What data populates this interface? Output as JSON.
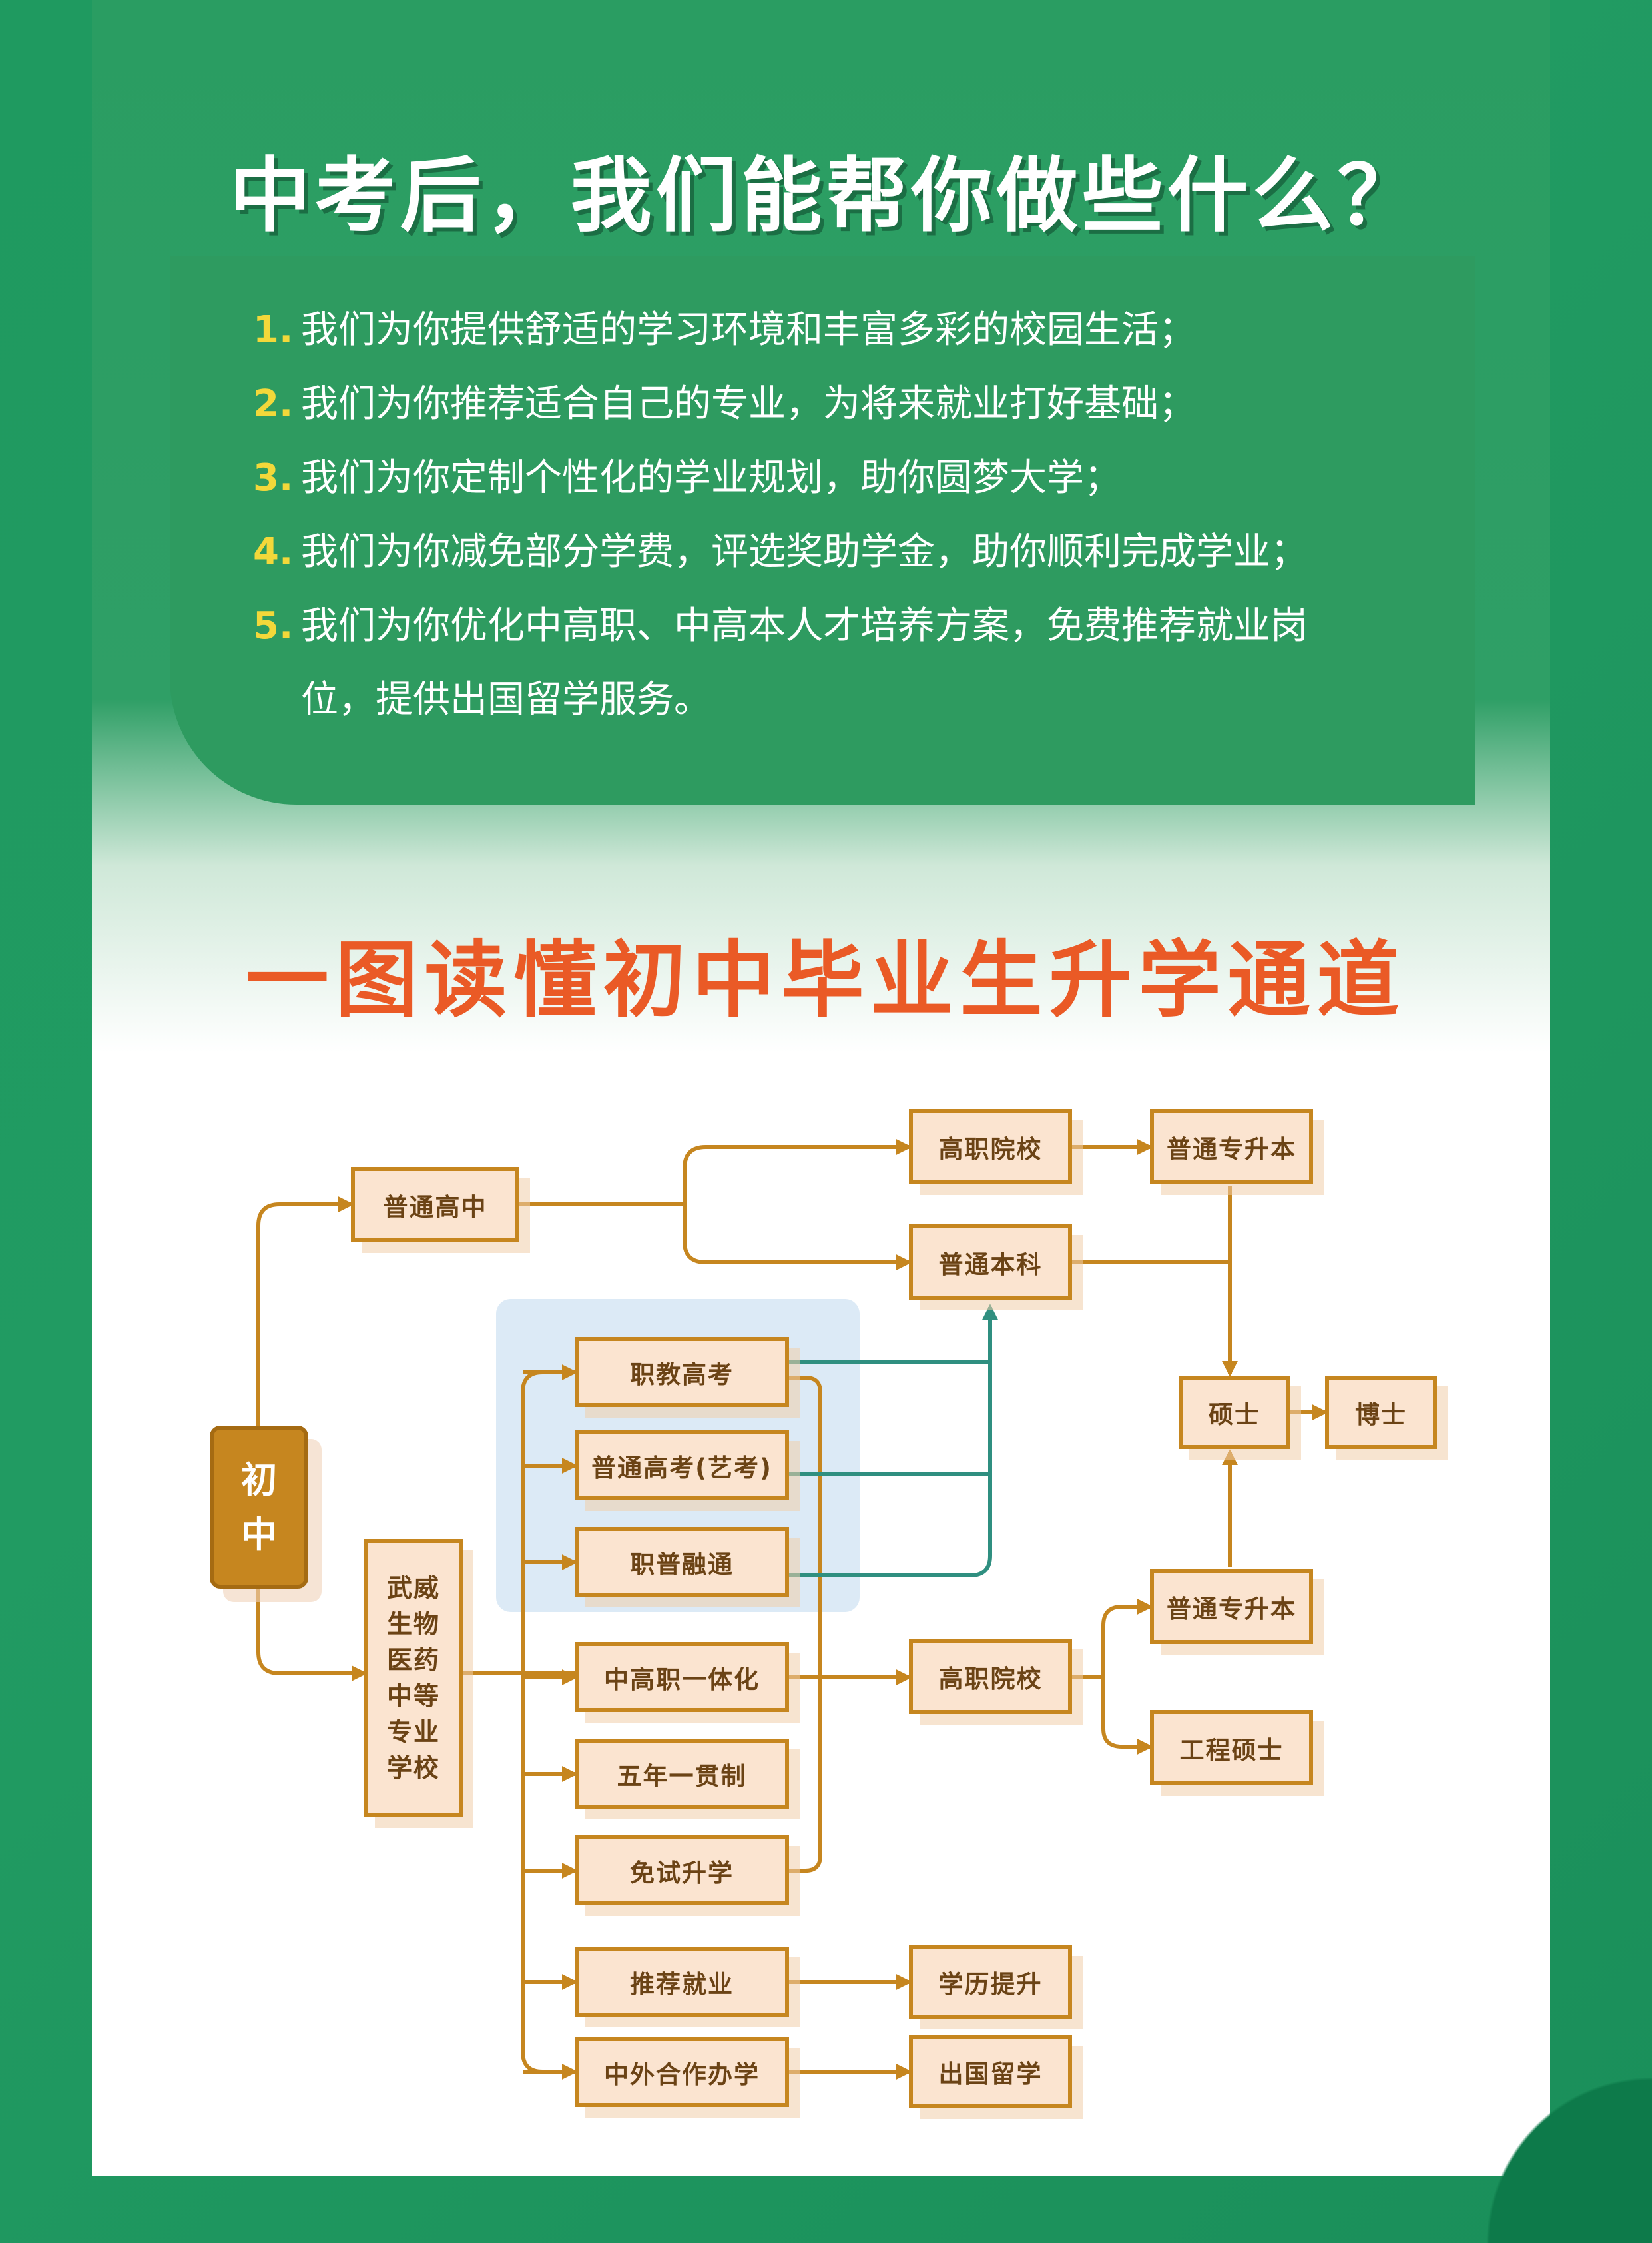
{
  "header": {
    "title": "中考后，我们能帮你做些什么？"
  },
  "services": [
    {
      "num": "1.",
      "text": "我们为你提供舒适的学习环境和丰富多彩的校园生活；"
    },
    {
      "num": "2.",
      "text": "我们为你推荐适合自己的专业，为将来就业打好基础；"
    },
    {
      "num": "3.",
      "text": "我们为你定制个性化的学业规划，助你圆梦大学；"
    },
    {
      "num": "4.",
      "text": "我们为你减免部分学费，评选奖助学金，助你顺利完成学业；"
    },
    {
      "num": "5.",
      "text": "我们为你优化中高职、中高本人才培养方案，免费推荐就业岗",
      "text2": "位，提供出国留学服务。"
    }
  ],
  "diagram": {
    "title": "一图读懂初中毕业生升学通道",
    "start": {
      "line1": "初",
      "line2": "中"
    },
    "school": [
      "武威",
      "生物",
      "医药",
      "中等",
      "专业",
      "学校"
    ],
    "nodes": {
      "putong_gaozhong": "普通高中",
      "gaozhi_top": "高职院校",
      "zhuansheng_top": "普通专升本",
      "putong_benke": "普通本科",
      "zhijiao_gaokao": "职教高考",
      "putong_gaokao_yikao": "普通高考(艺考)",
      "zhipu_rongtong": "职普融通",
      "shuoshi": "硕士",
      "boshi": "博士",
      "zhonggaozhi": "中高职一体化",
      "gaozhi_mid": "高职院校",
      "zhuansheng_mid": "普通专升本",
      "gongcheng_shuoshi": "工程硕士",
      "wunian": "五年一贯制",
      "mianshi": "免试升学",
      "tuijian_jiuye": "推荐就业",
      "xueli_tisheng": "学历提升",
      "zhongwai": "中外合作办学",
      "chuguo": "出国留学"
    },
    "colors": {
      "arrow": "#c6861f",
      "teal_arrow": "#2f8f80",
      "box_fill": "#fbe4d0",
      "title_color": "#ea5a26"
    }
  }
}
